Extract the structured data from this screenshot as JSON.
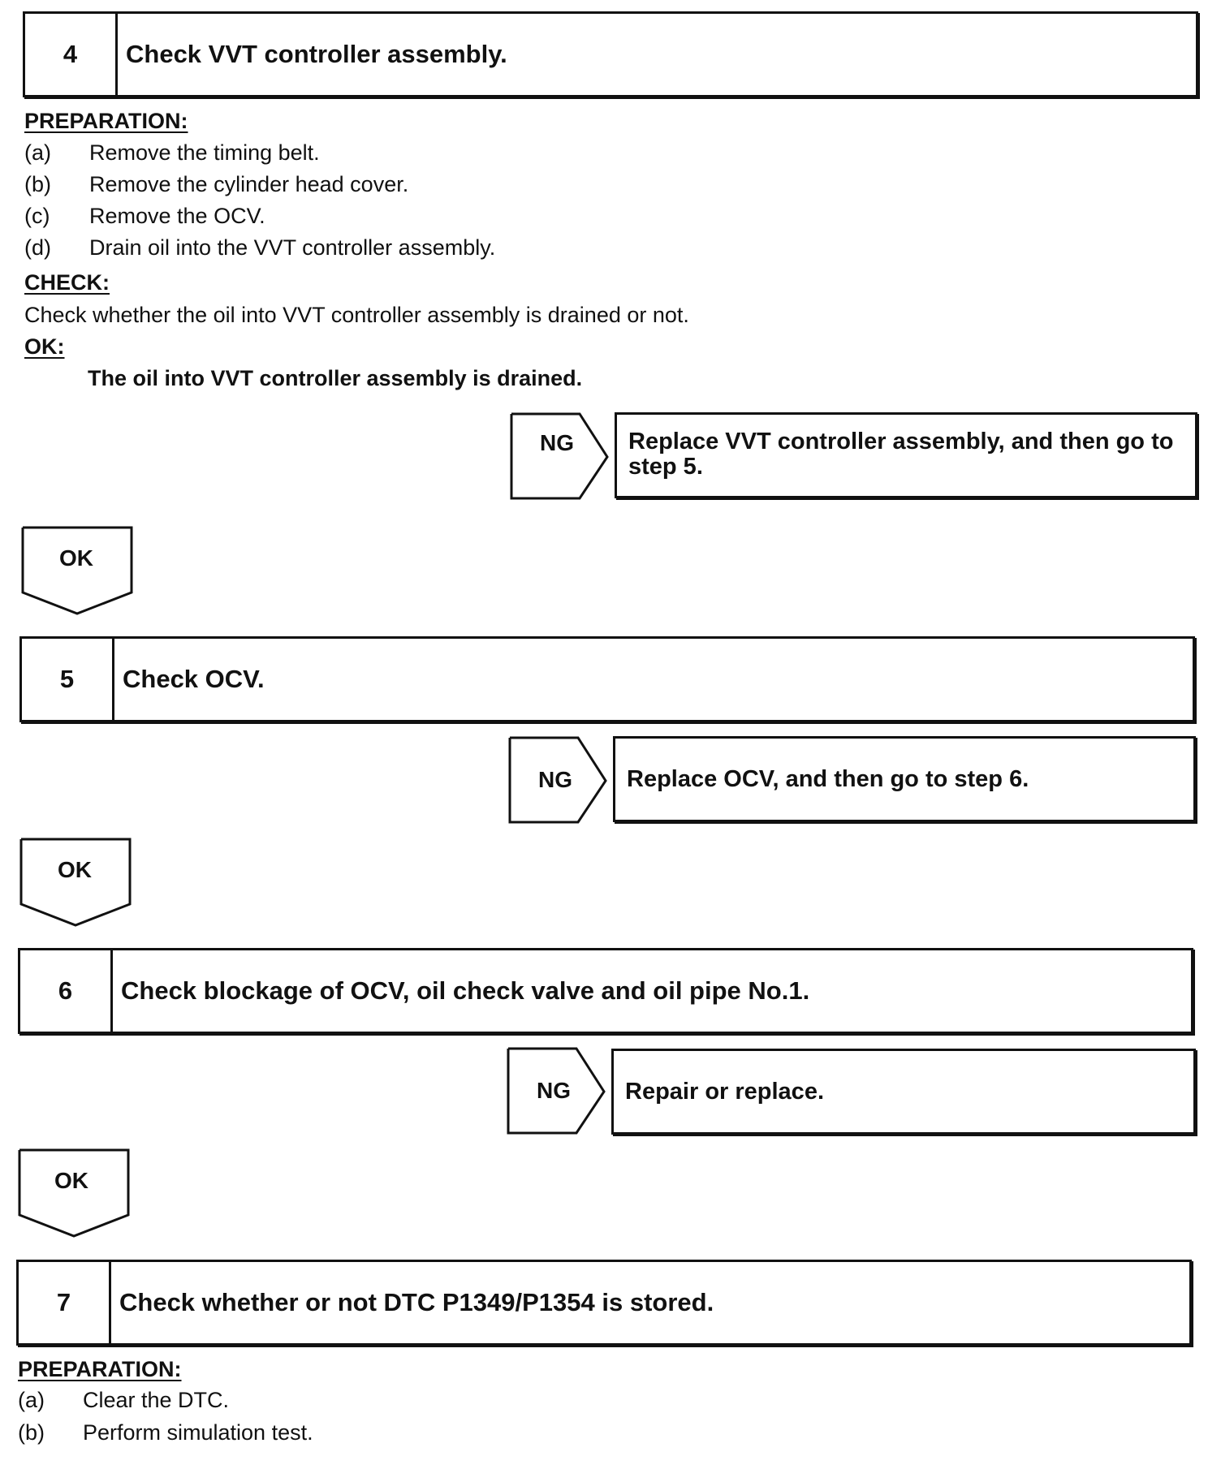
{
  "step4": {
    "number": "4",
    "title": "Check VVT controller assembly.",
    "preparation_heading": "PREPARATION:",
    "preparation": [
      {
        "label": "(a)",
        "text": "Remove the timing belt."
      },
      {
        "label": "(b)",
        "text": "Remove the cylinder head cover."
      },
      {
        "label": "(c)",
        "text": "Remove the OCV."
      },
      {
        "label": "(d)",
        "text": "Drain oil into the VVT controller assembly."
      }
    ],
    "check_heading": "CHECK:",
    "check_text": "Check whether the oil into VVT controller assembly is drained or not.",
    "ok_heading": "OK:",
    "ok_text": "The oil into VVT controller assembly is drained.",
    "ng_label": "NG",
    "ng_action": "Replace VVT controller assembly, and then go to step 5.",
    "ok_label": "OK"
  },
  "step5": {
    "number": "5",
    "title": "Check OCV.",
    "ng_label": "NG",
    "ng_action": "Replace OCV, and then go to step 6.",
    "ok_label": "OK"
  },
  "step6": {
    "number": "6",
    "title": "Check blockage of OCV, oil check valve and oil pipe No.1.",
    "ng_label": "NG",
    "ng_action": "Repair or replace.",
    "ok_label": "OK"
  },
  "step7": {
    "number": "7",
    "title": "Check whether or not DTC P1349/P1354 is stored.",
    "preparation_heading": "PREPARATION:",
    "preparation": [
      {
        "label": "(a)",
        "text": "Clear the DTC."
      },
      {
        "label": "(b)",
        "text": "Perform simulation test."
      }
    ]
  }
}
